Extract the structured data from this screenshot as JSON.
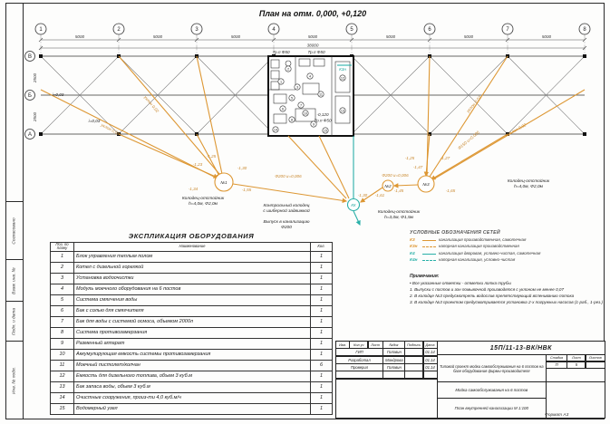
{
  "sheet": {
    "plan_title": "План на отм. 0,000, +0,120",
    "format_label": "Формат А3"
  },
  "axes": {
    "horizontal": [
      "1",
      "2",
      "3",
      "4",
      "5",
      "6",
      "7",
      "8"
    ],
    "vertical": [
      "В",
      "Б",
      "А"
    ],
    "bay_dim": "5000",
    "total_dim": "38000",
    "row_dim": "2500"
  },
  "colors": {
    "k3_orange": "#dd9733",
    "k4_teal": "#2ab0a8"
  },
  "plan": {
    "annotations": [
      "уклон 0,02",
      "уклон 0,02",
      "уклон 0,02",
      "уклон 0,02",
      "-1,23",
      "-1,25",
      "-1,30",
      "-1,34",
      "-1,55",
      "Ф200 и=0,006",
      "-1,30",
      "-1,61",
      "Ф200 и=0,006",
      "-1,25",
      "-1,27",
      "-1,45",
      "-1,47",
      "-1,65",
      "Ф150 и=0,006",
      "i=0,03",
      "i=0,03",
      "Тр.п Ф50",
      "Тр.п Ф50",
      "-0,120",
      "Тр.п Ф50",
      "К3н"
    ],
    "wells": [
      {
        "no": "№1",
        "line1": "Колодец-отстойник",
        "line2": "h=4,0м, Ф2,0м"
      },
      {
        "no": "№2",
        "line1": "Колодец-отстойник",
        "line2": "h=3,0м, Ф1,5м"
      },
      {
        "no": "№3",
        "line1": "Колодец-отстойник",
        "line2": "h=4,0м, Ф2,0м"
      },
      {
        "no": "КК",
        "line1": "Контрольный колодец",
        "line2": "с шиберной задвижкой"
      }
    ],
    "outlet": {
      "line1": "Выпуск в канализацию",
      "line2": "Ф200"
    },
    "markers": [
      "1",
      "2",
      "3",
      "4",
      "5",
      "6",
      "7",
      "8",
      "9",
      "10",
      "11",
      "12",
      "13",
      "14",
      "15"
    ]
  },
  "equipment_table": {
    "title": "ЭКСПЛИКАЦИЯ ОБОРУДОВАНИЯ",
    "col_pos": "Поз. по плану",
    "col_name": "Наименование",
    "col_qty": "Кол.",
    "rows": [
      {
        "pos": "1",
        "name": "Блок управления теплым полом",
        "qty": "1"
      },
      {
        "pos": "2",
        "name": "Котел с дизельной горелкой",
        "qty": "1"
      },
      {
        "pos": "3",
        "name": "Установка водоочистки",
        "qty": "1"
      },
      {
        "pos": "4",
        "name": "Модуль моечного оборудования на 6 постов",
        "qty": "1"
      },
      {
        "pos": "5",
        "name": "Система смягчения воды",
        "qty": "1"
      },
      {
        "pos": "6",
        "name": "Бак с солью для смягчителя",
        "qty": "1"
      },
      {
        "pos": "7",
        "name": "Бак для воды с системой осмоса, объемом 2000л",
        "qty": "1"
      },
      {
        "pos": "8",
        "name": "Система противозамерзания",
        "qty": "1"
      },
      {
        "pos": "9",
        "name": "Разменный аппарат",
        "qty": "1"
      },
      {
        "pos": "10",
        "name": "Аккумулирующая емкость системы противозамерзания",
        "qty": "1"
      },
      {
        "pos": "11",
        "name": "Моечный пистолет/колчан",
        "qty": "6"
      },
      {
        "pos": "12",
        "name": "Емкость для дизельного топлива, объем 3 куб.м",
        "qty": "1"
      },
      {
        "pos": "13",
        "name": "Бак запаса воды, объем 3 куб.м",
        "qty": "1"
      },
      {
        "pos": "14",
        "name": "Очистные сооружения, произ-ти 4,0 куб.м/ч",
        "qty": "1"
      },
      {
        "pos": "15",
        "name": "Водомерный узел",
        "qty": "1"
      }
    ]
  },
  "legend": {
    "title": "УСЛОВНЫЕ ОБОЗНАЧЕНИЯ СЕТЕЙ",
    "items": [
      {
        "code": "К3",
        "desc": "канализация производственная, самотечная",
        "color": "#dd9733"
      },
      {
        "code": "К3н",
        "desc": "напорная канализация производственная",
        "color": "#dd9733"
      },
      {
        "code": "К4",
        "desc": "канализация дворовая, условно-чистая, самотечная",
        "color": "#2ab0a8"
      },
      {
        "code": "К4н",
        "desc": "напорная канализация, условно-чистая",
        "color": "#2ab0a8"
      }
    ]
  },
  "notes": {
    "title": "Примечания:",
    "items": [
      "• Все указанные отметки - отметки лотка трубы",
      "1. Выпуски с постов и зон помывочной производятся с уклоном не менее 0,07",
      "2. В колодце №3 предусмотреть водослив препятствующий вспениванию потока",
      "3. В колодце №3 проектом предусматривается установка 2-х погружных насосов (1-раб., 1-рез.)"
    ]
  },
  "title_block": {
    "doc_number": "15П/11-13-ВК/НВК",
    "header_cols": [
      "Изм.",
      "Кол.уч",
      "Лист",
      "№док",
      "Подпись",
      "Дата"
    ],
    "rows": [
      {
        "role": "ГИП",
        "name": "Головин",
        "date": "01.14"
      },
      {
        "role": "Разработал",
        "name": "Мандрова",
        "date": "01.14"
      },
      {
        "role": "Проверил",
        "name": "Головин",
        "date": "01.14"
      }
    ],
    "project": "Типовой проект мойки самообслуживания на 6 постов на базе оборудования фирмы-производителя",
    "object": "Мойка самообслуживания на 6 постов",
    "sheet_title": "План внутренней канализации М 1:100",
    "stage_label": "Стадия",
    "sheet_label": "Лист",
    "sheets_label": "Листов",
    "stage": "П",
    "sheet": "5",
    "sheets": ""
  },
  "side_strip": {
    "items": [
      "Согласовано",
      "Взам. инв. №",
      "Подп. и дата",
      "Инв. № подл."
    ]
  }
}
